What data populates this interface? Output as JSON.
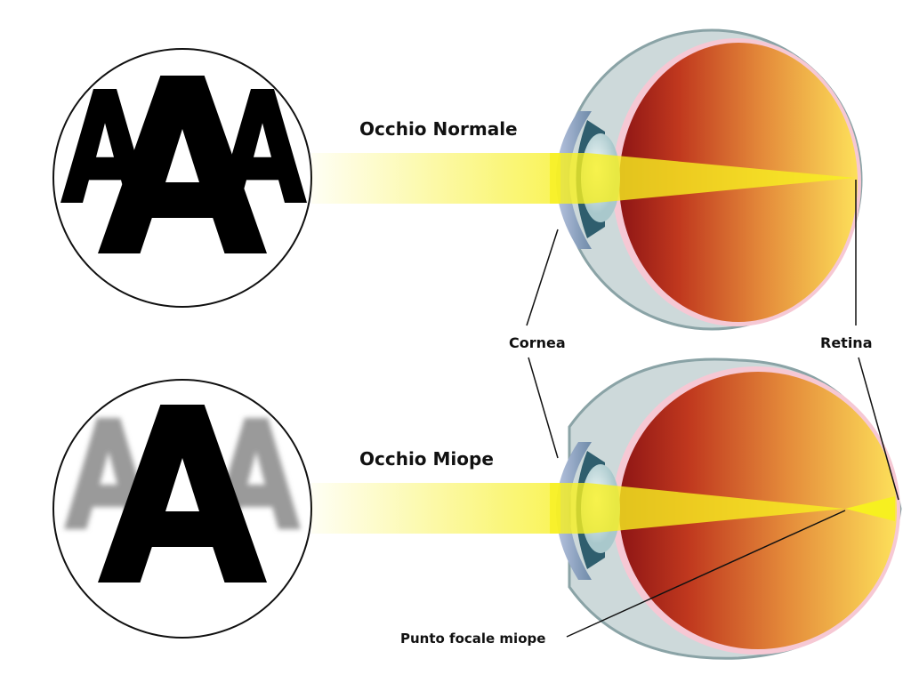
{
  "labels": {
    "normal_eye": "Occhio Normale",
    "myopic_eye": "Occhio Miope",
    "cornea": "Cornea",
    "retina": "Retina",
    "myopic_focal_point": "Punto focale miope"
  },
  "letters": {
    "normal_left": "A",
    "normal_center": "A",
    "normal_right": "A",
    "myopic_left": "A",
    "myopic_center": "A",
    "myopic_right": "A"
  },
  "colors": {
    "beam": "#f7f020",
    "vitreous_dark": "#9a1a18",
    "vitreous_light": "#fde05a",
    "sclera": "#c9d6d8",
    "blur_letter": "#999999"
  }
}
